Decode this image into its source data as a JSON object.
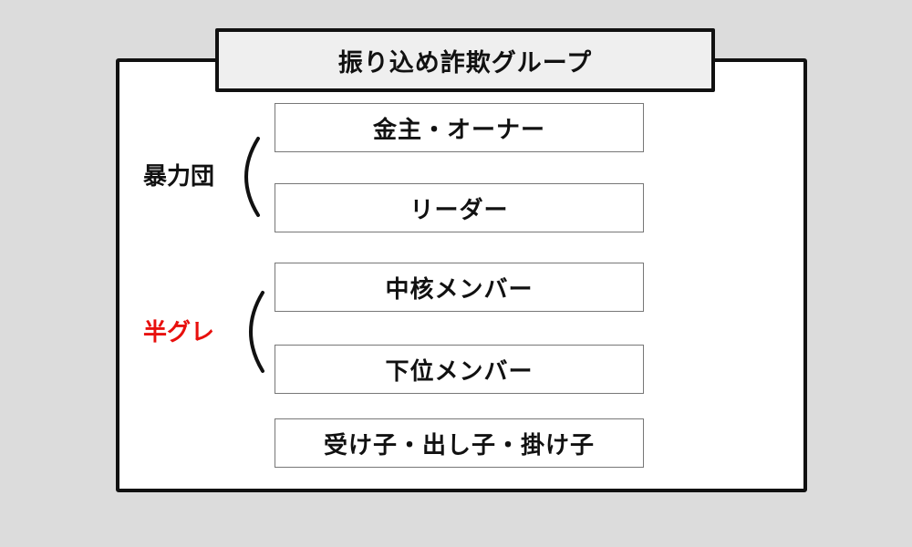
{
  "title": "振り込め詐欺グループ",
  "tiers": [
    "金主・オーナー",
    "リーダー",
    "中核メンバー",
    "下位メンバー",
    "受け子・出し子・掛け子"
  ],
  "groups": {
    "yakuza": {
      "label": "暴力団",
      "color": "#111111"
    },
    "hangure": {
      "label": "半グレ",
      "color": "#e8100d"
    }
  }
}
